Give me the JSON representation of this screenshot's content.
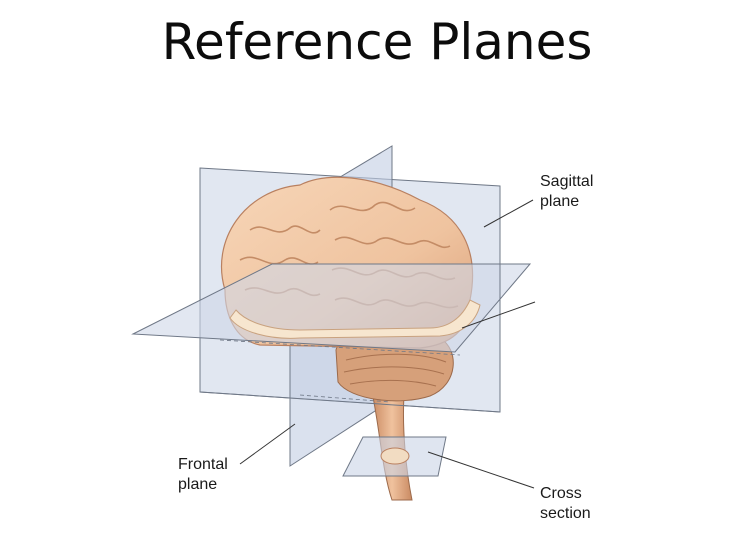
{
  "title": "Reference Planes",
  "labels": {
    "sagittal_line1": "Sagittal",
    "sagittal_line2": "plane",
    "frontal_line1": "Frontal",
    "frontal_line2": "plane",
    "cross_line1": "Cross",
    "cross_line2": "section"
  },
  "colors": {
    "plane_fill": "#c9d3e6",
    "plane_edge": "#6f7887",
    "brain": "#f0c7a4",
    "brain_shadow": "#d99f79",
    "white_matter": "#f7e6cf",
    "cerebellum": "#d6a07a",
    "stem": "#e1ad85"
  }
}
